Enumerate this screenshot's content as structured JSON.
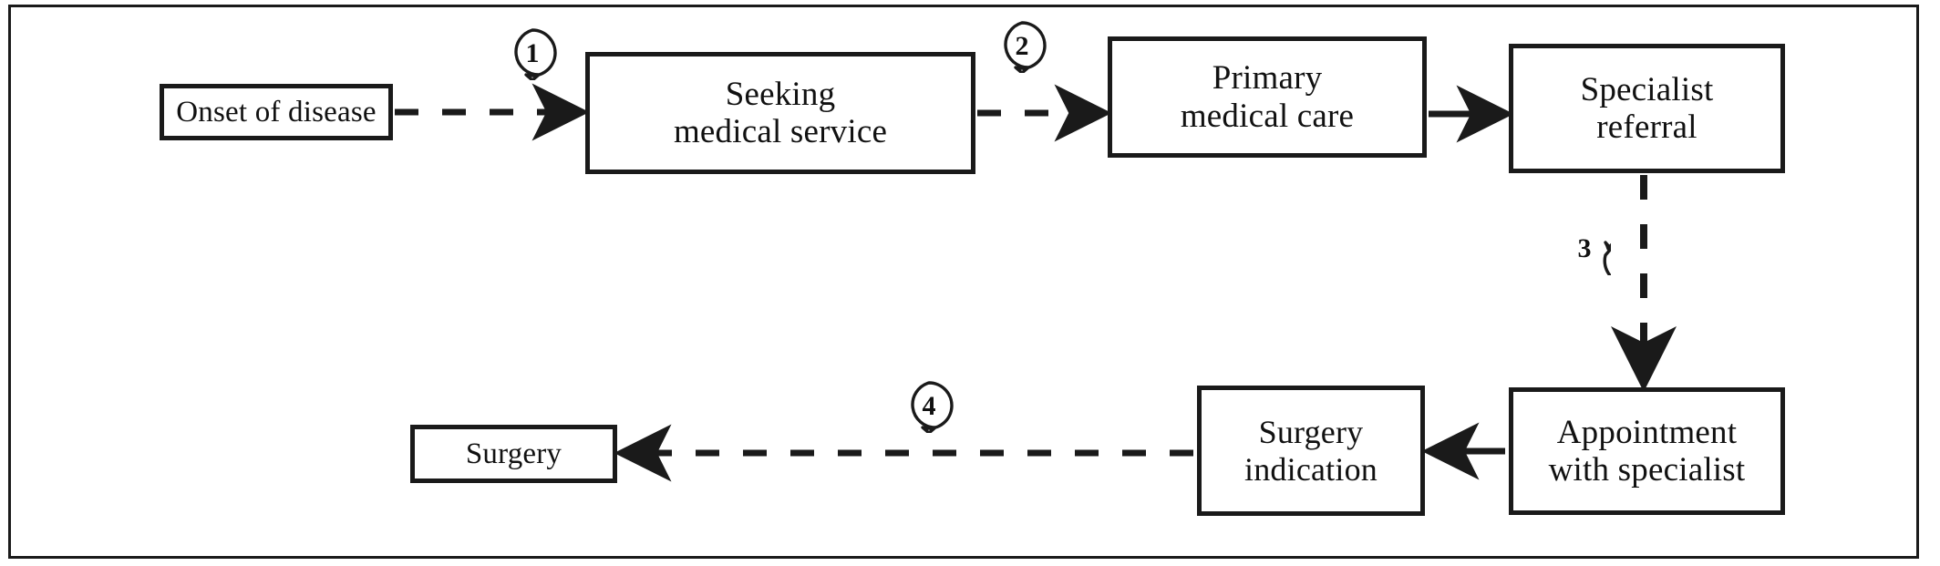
{
  "diagram": {
    "title": "Patient care pathway flowchart",
    "type": "flowchart",
    "orientation": "left-to-right, then right-to-left on second row",
    "stroke_color": "#1a1a1a",
    "background_color": "#ffffff",
    "nodes": [
      {
        "id": "onset",
        "label": "Onset of disease",
        "row": 1,
        "order": 1
      },
      {
        "id": "seeking",
        "label": "Seeking\nmedical service",
        "row": 1,
        "order": 2
      },
      {
        "id": "primary",
        "label": "Primary\nmedical care",
        "row": 1,
        "order": 3
      },
      {
        "id": "referral",
        "label": "Specialist\nreferral",
        "row": 1,
        "order": 4
      },
      {
        "id": "appointment",
        "label": "Appointment\nwith specialist",
        "row": 2,
        "order": 1
      },
      {
        "id": "indication",
        "label": "Surgery\nindication",
        "row": 2,
        "order": 2
      },
      {
        "id": "surgery",
        "label": "Surgery",
        "row": 2,
        "order": 3
      }
    ],
    "edges": [
      {
        "from": "onset",
        "to": "seeking",
        "style": "dashed",
        "direction": "right",
        "marker": "1"
      },
      {
        "from": "seeking",
        "to": "primary",
        "style": "dashed",
        "direction": "right",
        "marker": "2"
      },
      {
        "from": "primary",
        "to": "referral",
        "style": "solid",
        "direction": "right",
        "marker": null
      },
      {
        "from": "referral",
        "to": "appointment",
        "style": "dashed",
        "direction": "down",
        "marker": "3"
      },
      {
        "from": "appointment",
        "to": "indication",
        "style": "solid",
        "direction": "left",
        "marker": null
      },
      {
        "from": "indication",
        "to": "surgery",
        "style": "dashed",
        "direction": "left",
        "marker": "4"
      }
    ],
    "markers": [
      {
        "id": "marker-1",
        "number": "1",
        "tail": "down",
        "attached_edge": "onset-to-seeking"
      },
      {
        "id": "marker-2",
        "number": "2",
        "tail": "down",
        "attached_edge": "seeking-to-primary"
      },
      {
        "id": "marker-3",
        "number": "3",
        "tail": "right",
        "attached_edge": "referral-to-appointment"
      },
      {
        "id": "marker-4",
        "number": "4",
        "tail": "down",
        "attached_edge": "indication-to-surgery"
      }
    ]
  }
}
